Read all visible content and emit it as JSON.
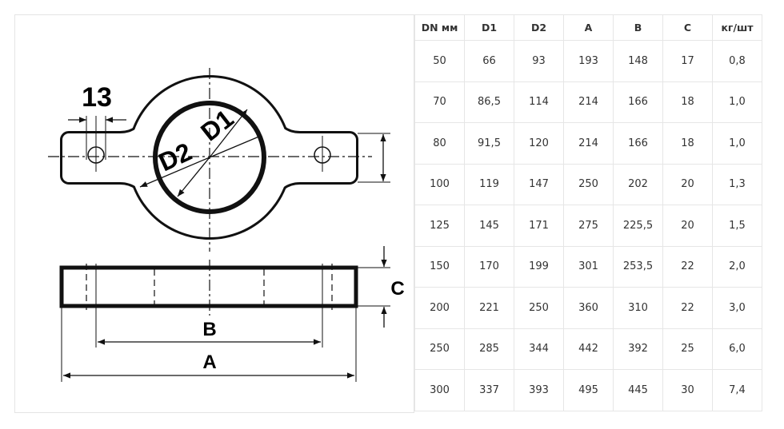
{
  "drawing": {
    "labels": {
      "width_13": "13",
      "d1": "D1",
      "d2": "D2",
      "a": "A",
      "b": "B",
      "c": "C"
    }
  },
  "table": {
    "headers": [
      "DN мм",
      "D1",
      "D2",
      "A",
      "B",
      "C",
      "кг/шт"
    ],
    "rows": [
      [
        "50",
        "66",
        "93",
        "193",
        "148",
        "17",
        "0,8"
      ],
      [
        "70",
        "86,5",
        "114",
        "214",
        "166",
        "18",
        "1,0"
      ],
      [
        "80",
        "91,5",
        "120",
        "214",
        "166",
        "18",
        "1,0"
      ],
      [
        "100",
        "119",
        "147",
        "250",
        "202",
        "20",
        "1,3"
      ],
      [
        "125",
        "145",
        "171",
        "275",
        "225,5",
        "20",
        "1,5"
      ],
      [
        "150",
        "170",
        "199",
        "301",
        "253,5",
        "22",
        "2,0"
      ],
      [
        "200",
        "221",
        "250",
        "360",
        "310",
        "22",
        "3,0"
      ],
      [
        "250",
        "285",
        "344",
        "442",
        "392",
        "25",
        "6,0"
      ],
      [
        "300",
        "337",
        "393",
        "495",
        "445",
        "30",
        "7,4"
      ]
    ]
  }
}
